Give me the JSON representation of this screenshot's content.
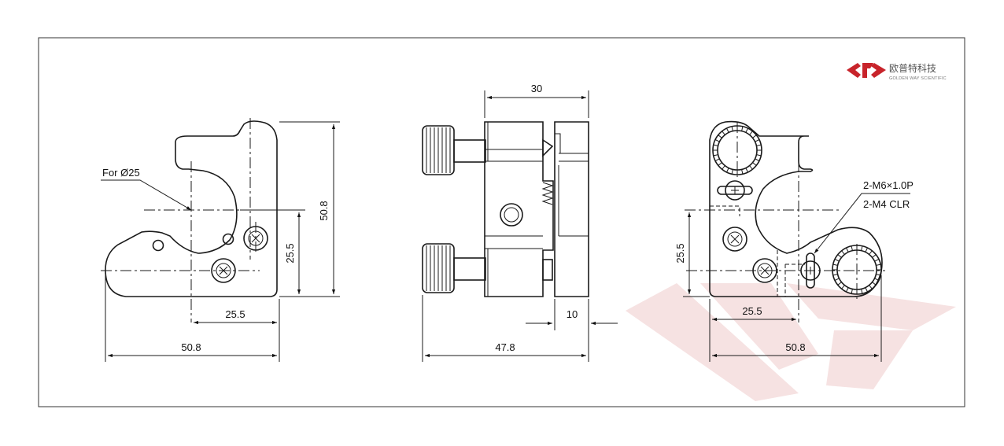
{
  "logo": {
    "name_cn": "欧普特科技",
    "name_en": "GOLDEN WAY SCIENTIFIC",
    "color": "#c8242b"
  },
  "watermark": {
    "color": "#f4dede"
  },
  "front_view": {
    "callout": "For Ø25",
    "dims": {
      "height": "50.8",
      "vertical_offset": "25.5",
      "horizontal_offset": "25.5",
      "width": "50.8"
    }
  },
  "side_view": {
    "dims": {
      "depth": "30",
      "overall": "47.8",
      "flange": "10"
    }
  },
  "rear_view": {
    "callouts": [
      "2-M6×1.0P",
      "2-M4  CLR"
    ],
    "dims": {
      "vertical_offset": "25.5",
      "horizontal_offset": "25.5",
      "width": "50.8"
    }
  }
}
